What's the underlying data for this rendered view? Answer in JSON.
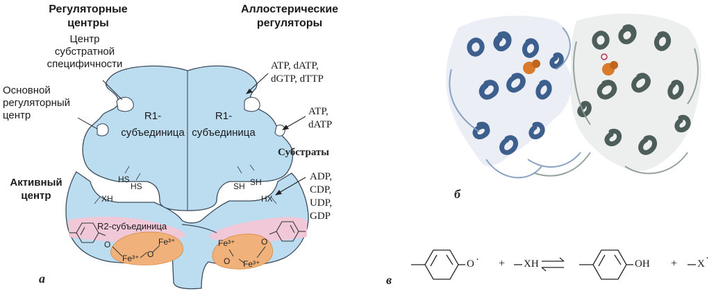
{
  "panel_a": {
    "heading_left": [
      "Регуляторные",
      "центры"
    ],
    "heading_right": [
      "Аллостерические",
      "регуляторы"
    ],
    "label_substrate_specificity": [
      "Центр",
      "субстратной",
      "специфичности"
    ],
    "label_main_regulatory": [
      "Основной",
      "регуляторный",
      "центр"
    ],
    "label_active_center": [
      "Активный",
      "центр"
    ],
    "regulators_top": [
      "ATP, dATP,",
      "dGTP, dTTP"
    ],
    "regulators_mid": [
      "ATP,",
      "dATP"
    ],
    "substrates_label": "Субстраты",
    "substrates_list": [
      "ADP,",
      "CDP,",
      "UDP,",
      "GDP"
    ],
    "r1_left": [
      "R1-",
      "субъединица"
    ],
    "r1_right": [
      "R1-",
      "субъединица"
    ],
    "r2_label": "R2-субъединица",
    "hs_left_1": "HS",
    "hs_left_2": "HS",
    "sh_right_1": "SH",
    "sh_right_2": "SH",
    "xh_left": "XH",
    "hx_right": "HX",
    "fe_left_top": "Fe³⁺",
    "fe_left_bottom": "Fe³⁺",
    "o_left_bridge": "O",
    "o_left_radical": "O",
    "fe_right_top": "Fe³⁺",
    "fe_right_bottom": "Fe³⁺",
    "o_right_bridge": "O",
    "o_right_radical": "O",
    "letter": "а"
  },
  "panel_b": {
    "letter": "б"
  },
  "panel_c": {
    "letter": "в",
    "radical_o": "O",
    "plus_1": "+",
    "xh": "XH",
    "oh": "OH",
    "plus_2": "+",
    "x_radical": "X"
  },
  "colors": {
    "subunit_fill": "#bcdcf0",
    "subunit_stroke": "#3b4b5c",
    "active_site_pink": "#f2c6d6",
    "iron_orange": "#f0b27a",
    "protein_blue": "#3c5f8e",
    "protein_gray": "#4c5d5a",
    "heme_orange": "#d97b2b"
  }
}
